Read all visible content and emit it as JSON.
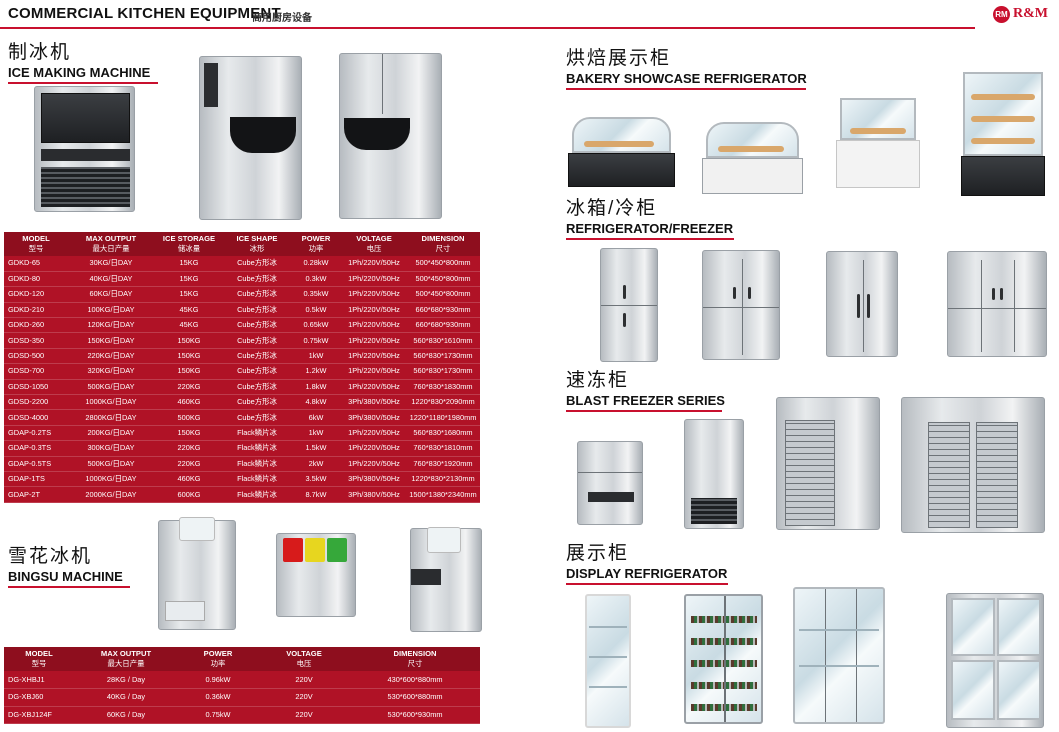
{
  "header": {
    "title": "COMMERCIAL KITCHEN EQUIPMENT",
    "subtitle": "商用厨房设备",
    "brand_logo_text": "R&M",
    "accent_color": "#c8102e"
  },
  "sections": {
    "ice": {
      "cn": "制冰机",
      "en": "ICE MAKING MACHINE"
    },
    "bingsu": {
      "cn": "雪花冰机",
      "en": "BINGSU MACHINE"
    },
    "bakery": {
      "cn": "烘焙展示柜",
      "en": "BAKERY SHOWCASE REFRIGERATOR"
    },
    "fridge": {
      "cn": "冰箱/冷柜",
      "en": "REFRIGERATOR/FREEZER"
    },
    "blast": {
      "cn": "速冻柜",
      "en": "BLAST FREEZER SERIES"
    },
    "display": {
      "cn": "展示柜",
      "en": "DISPLAY REFRIGERATOR"
    }
  },
  "ice_table": {
    "headers_en": [
      "MODEL",
      "MAX OUTPUT",
      "ICE STORAGE",
      "ICE SHAPE",
      "POWER",
      "VOLTAGE",
      "DIMENSION"
    ],
    "headers_cn": [
      "型号",
      "最大日产量",
      "储冰量",
      "冰形",
      "功率",
      "电压",
      "尺寸"
    ],
    "rows": [
      [
        "GDKD-65",
        "30KG/日DAY",
        "15KG",
        "Cube方形冰",
        "0.28kW",
        "1Ph/220V/50Hz",
        "500*450*800mm"
      ],
      [
        "GDKD-80",
        "40KG/日DAY",
        "15KG",
        "Cube方形冰",
        "0.3kW",
        "1Ph/220V/50Hz",
        "500*450*800mm"
      ],
      [
        "GDKD-120",
        "60KG/日DAY",
        "15KG",
        "Cube方形冰",
        "0.35kW",
        "1Ph/220V/50Hz",
        "500*450*800mm"
      ],
      [
        "GDKD-210",
        "100KG/日DAY",
        "45KG",
        "Cube方形冰",
        "0.5kW",
        "1Ph/220V/50Hz",
        "660*680*930mm"
      ],
      [
        "GDKD-260",
        "120KG/日DAY",
        "45KG",
        "Cube方形冰",
        "0.65kW",
        "1Ph/220V/50Hz",
        "660*680*930mm"
      ],
      [
        "GDSD-350",
        "150KG/日DAY",
        "150KG",
        "Cube方形冰",
        "0.75kW",
        "1Ph/220V/50Hz",
        "560*830*1610mm"
      ],
      [
        "GDSD-500",
        "220KG/日DAY",
        "150KG",
        "Cube方形冰",
        "1kW",
        "1Ph/220V/50Hz",
        "560*830*1730mm"
      ],
      [
        "GDSD-700",
        "320KG/日DAY",
        "150KG",
        "Cube方形冰",
        "1.2kW",
        "1Ph/220V/50Hz",
        "560*830*1730mm"
      ],
      [
        "GDSD-1050",
        "500KG/日DAY",
        "220KG",
        "Cube方形冰",
        "1.8kW",
        "1Ph/220V/50Hz",
        "760*830*1830mm"
      ],
      [
        "GDSD-2200",
        "1000KG/日DAY",
        "460KG",
        "Cube方形冰",
        "4.8kW",
        "3Ph/380V/50Hz",
        "1220*830*2090mm"
      ],
      [
        "GDSD-4000",
        "2800KG/日DAY",
        "500KG",
        "Cube方形冰",
        "6kW",
        "3Ph/380V/50Hz",
        "1220*1180*1980mm"
      ],
      [
        "GDAP-0.2TS",
        "200KG/日DAY",
        "150KG",
        "Flack鳞片冰",
        "1kW",
        "1Ph/220V/50Hz",
        "560*830*1680mm"
      ],
      [
        "GDAP-0.3TS",
        "300KG/日DAY",
        "220KG",
        "Flack鳞片冰",
        "1.5kW",
        "1Ph/220V/50Hz",
        "760*830*1810mm"
      ],
      [
        "GDAP-0.5TS",
        "500KG/日DAY",
        "220KG",
        "Flack鳞片冰",
        "2kW",
        "1Ph/220V/50Hz",
        "760*830*1920mm"
      ],
      [
        "GDAP-1TS",
        "1000KG/日DAY",
        "460KG",
        "Flack鳞片冰",
        "3.5kW",
        "3Ph/380V/50Hz",
        "1220*830*2130mm"
      ],
      [
        "GDAP-2T",
        "2000KG/日DAY",
        "600KG",
        "Flack鳞片冰",
        "8.7kW",
        "3Ph/380V/50Hz",
        "1500*1380*2340mm"
      ]
    ]
  },
  "bingsu_table": {
    "headers_en": [
      "MODEL",
      "MAX OUTPUT",
      "POWER",
      "VOLTAGE",
      "DIMENSION"
    ],
    "headers_cn": [
      "型号",
      "最大日产量",
      "功率",
      "电压",
      "尺寸"
    ],
    "rows": [
      [
        "DG-XHBJ1",
        "28KG / Day",
        "0.96kW",
        "220V",
        "430*600*880mm"
      ],
      [
        "DG-XBJ60",
        "40KG / Day",
        "0.36kW",
        "220V",
        "530*600*880mm"
      ],
      [
        "DG-XBJ124F",
        "60KG / Day",
        "0.75kW",
        "220V",
        "530*600*930mm"
      ]
    ]
  }
}
